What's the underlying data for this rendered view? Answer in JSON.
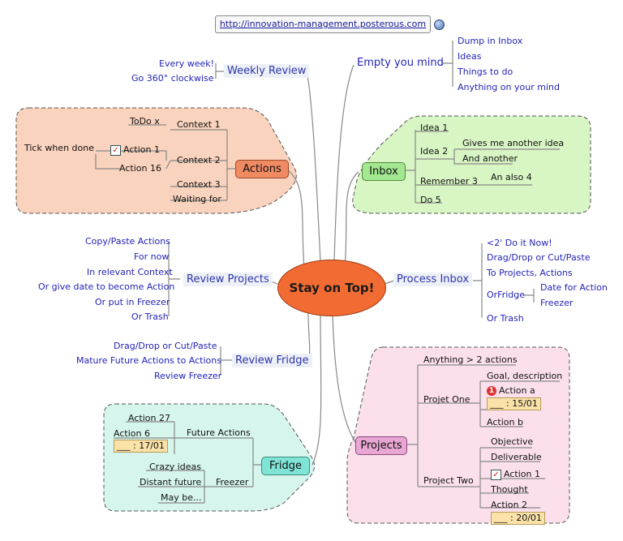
{
  "url": "http://innovation-management.posterous.com",
  "center": "Stay on Top!",
  "weekly_review": {
    "title": "Weekly Review",
    "items": [
      "Every week!",
      "Go 360° clockwise"
    ]
  },
  "empty_mind": {
    "title": "Empty you mind",
    "items": [
      "Dump in Inbox",
      "Ideas",
      "Things to do",
      "Anything on your mind"
    ]
  },
  "actions": {
    "title": "Actions",
    "contexts": [
      "Context 1",
      "Context 2",
      "Context 3",
      "Waiting for"
    ],
    "todo": "ToDo x",
    "tick": "Tick when done",
    "action1": "Action 1",
    "action16": "Action 16"
  },
  "inbox": {
    "title": "Inbox",
    "idea1": "Idea 1",
    "idea2": "Idea 2",
    "gives": "Gives me another idea",
    "another": "And another",
    "remember": "Remember 3",
    "also": "An also 4",
    "do5": "Do 5"
  },
  "review_projects": {
    "title": "Review Projects",
    "items": [
      "Copy/Paste Actions",
      "For now",
      "In relevant Context",
      "Or give date to become Action",
      "Or put in Freezer",
      "Or Trash"
    ]
  },
  "process_inbox": {
    "title": "Process Inbox",
    "items": [
      "<2' Do it Now!",
      "Drag/Drop or Cut/Paste",
      "To Projects, Actions",
      "OrFridge",
      "Or Trash"
    ],
    "fridge_sub": [
      "Date for Action",
      "Freezer"
    ]
  },
  "review_fridge": {
    "title": "Review Fridge",
    "items": [
      "Drag/Drop or Cut/Paste",
      "Mature Future Actions to Actions",
      "Review Freezer"
    ]
  },
  "projects": {
    "title": "Projects",
    "anything": "Anything > 2 actions",
    "one": "Projet One",
    "goal": "Goal, description",
    "action_a": "Action a",
    "date_a": "___ : 15/01",
    "action_b": "Action b",
    "two": "Project Two",
    "objective": "Objective",
    "deliverable": "Deliverable",
    "action1": "Action 1",
    "thought": "Thought",
    "action2": "Action 2",
    "date_2": "___ : 20/01",
    "prio": "1"
  },
  "fridge": {
    "title": "Fridge",
    "future": "Future Actions",
    "action27": "Action 27",
    "action6": "Action 6",
    "date6": "___ : 17/01",
    "freezer": "Freezer",
    "crazy": "Crazy ideas",
    "distant": "Distant future",
    "maybe": "May be..."
  },
  "colors": {
    "actions_region": "#f9d3bd",
    "inbox_region": "#d8f5c4",
    "projects_region": "#fbe0ec",
    "fridge_region": "#d6f5ec",
    "center": "#f26b32",
    "actions_node": "#f08a62",
    "inbox_node": "#a3e890",
    "projects_node": "#e8a6d3",
    "fridge_node": "#7fe3d6"
  }
}
